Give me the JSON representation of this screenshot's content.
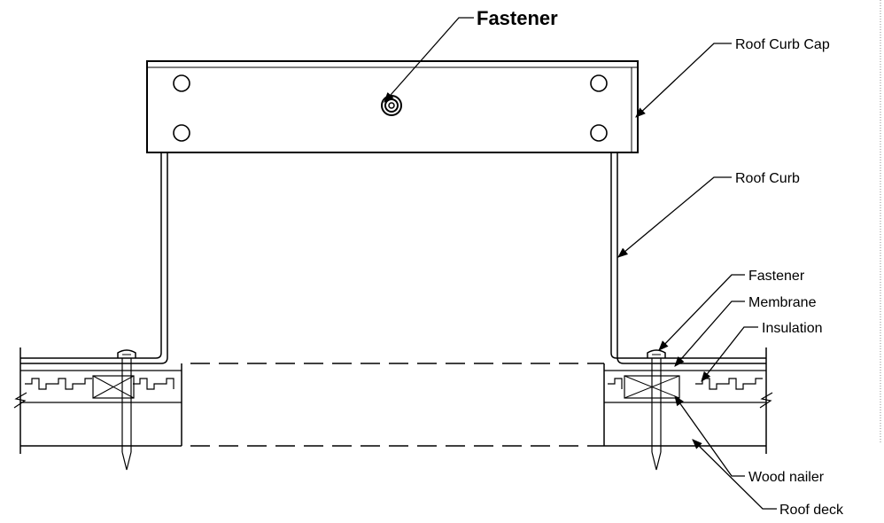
{
  "diagram": {
    "top_label": "Fastener",
    "callouts": {
      "curb_cap": "Roof Curb Cap",
      "curb": "Roof Curb",
      "fastener": "Fastener",
      "membrane": "Membrane",
      "insulation": "Insulation",
      "wood_nailer": "Wood nailer",
      "roof_deck": "Roof deck"
    }
  }
}
